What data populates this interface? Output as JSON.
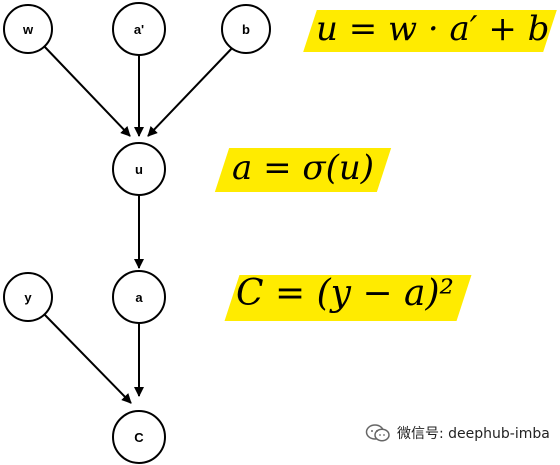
{
  "nodes": {
    "w": "w",
    "a_prime": "a'",
    "b": "b",
    "u": "u",
    "y": "y",
    "a": "a",
    "C": "C"
  },
  "equations": {
    "u_eq": "u = w · a′ + b",
    "a_eq": "a = σ(u)",
    "c_eq": "C = (y − a)²"
  },
  "watermark": {
    "text": "微信号: deephub-imba"
  },
  "colors": {
    "highlight": "#ffeb00",
    "stroke": "#000000"
  }
}
